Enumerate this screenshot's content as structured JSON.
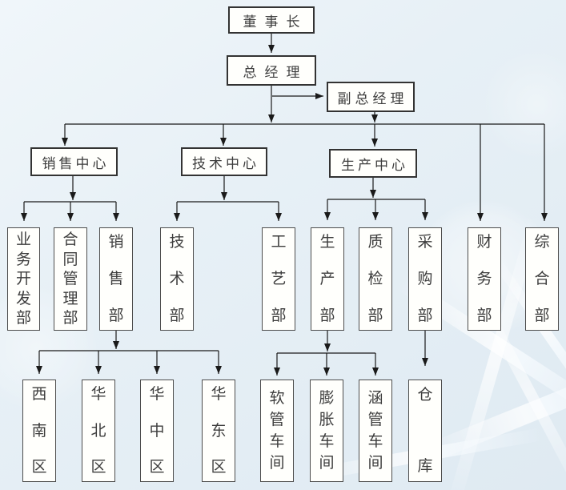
{
  "org_chart": {
    "type": "organization-chart",
    "colors": {
      "background": "#e7f0f6",
      "box_fill": "#fffffc",
      "box_border": "#4d4d4d",
      "text": "#3d3d3d",
      "line": "#1a1a1a"
    },
    "nodes": {
      "chairman": {
        "label": "董事长"
      },
      "general_manager": {
        "label": "总经理"
      },
      "deputy_general_manager": {
        "label": "副总经理"
      },
      "sales_center": {
        "label": "销售中心"
      },
      "tech_center": {
        "label": "技术中心"
      },
      "production_center": {
        "label": "生产中心"
      },
      "business_dev_dept": {
        "label": "业务开发部"
      },
      "contract_mgmt_dept": {
        "label": "合同管理部"
      },
      "sales_dept": {
        "label": "销售部"
      },
      "tech_dept": {
        "label": "技术部"
      },
      "process_dept": {
        "label": "工艺部"
      },
      "production_dept": {
        "label": "生产部"
      },
      "quality_dept": {
        "label": "质检部"
      },
      "purchasing_dept": {
        "label": "采购部"
      },
      "finance_dept": {
        "label": "财务部"
      },
      "general_affairs_dept": {
        "label": "综合部"
      },
      "southwest_region": {
        "label": "西南区"
      },
      "north_china_region": {
        "label": "华北区"
      },
      "central_china_region": {
        "label": "华中区"
      },
      "east_china_region": {
        "label": "华东区"
      },
      "hose_workshop": {
        "label": "软管车间"
      },
      "expansion_workshop": {
        "label": "膨胀车间"
      },
      "culvert_workshop": {
        "label": "涵管车间"
      },
      "warehouse": {
        "label": "仓库"
      }
    },
    "edges": [
      [
        "chairman",
        "general_manager"
      ],
      [
        "general_manager",
        "deputy_general_manager"
      ],
      [
        "general_manager",
        "sales_center"
      ],
      [
        "general_manager",
        "tech_center"
      ],
      [
        "general_manager",
        "production_center"
      ],
      [
        "general_manager",
        "finance_dept"
      ],
      [
        "general_manager",
        "general_affairs_dept"
      ],
      [
        "sales_center",
        "business_dev_dept"
      ],
      [
        "sales_center",
        "contract_mgmt_dept"
      ],
      [
        "sales_center",
        "sales_dept"
      ],
      [
        "tech_center",
        "tech_dept"
      ],
      [
        "tech_center",
        "process_dept"
      ],
      [
        "production_center",
        "production_dept"
      ],
      [
        "production_center",
        "quality_dept"
      ],
      [
        "production_center",
        "purchasing_dept"
      ],
      [
        "sales_dept",
        "southwest_region"
      ],
      [
        "sales_dept",
        "north_china_region"
      ],
      [
        "sales_dept",
        "central_china_region"
      ],
      [
        "sales_dept",
        "east_china_region"
      ],
      [
        "production_dept",
        "hose_workshop"
      ],
      [
        "production_dept",
        "expansion_workshop"
      ],
      [
        "production_dept",
        "culvert_workshop"
      ],
      [
        "purchasing_dept",
        "warehouse"
      ]
    ]
  }
}
